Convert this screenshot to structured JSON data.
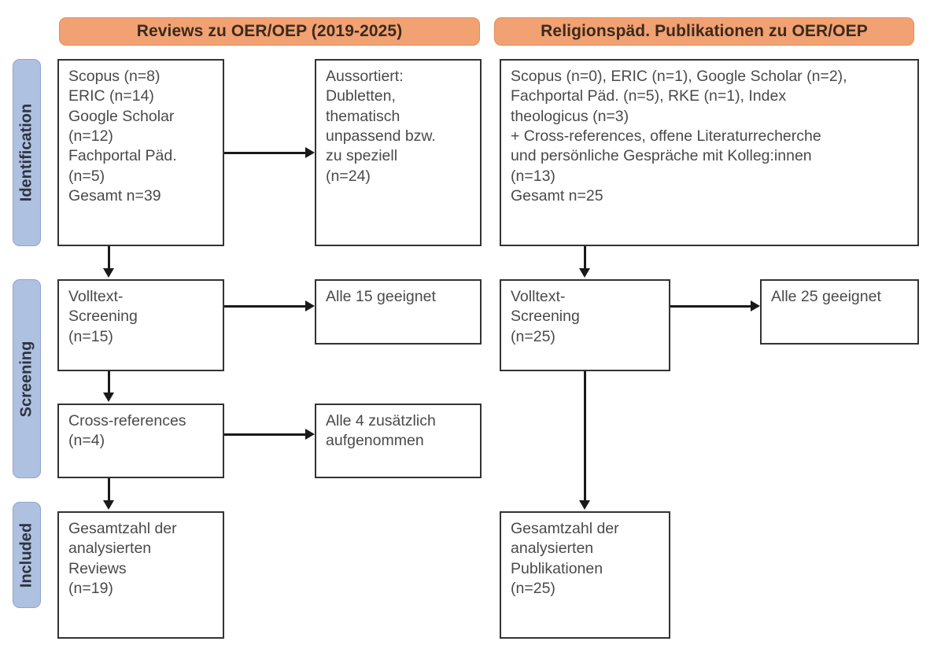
{
  "diagram": {
    "type": "prisma-flow-diagram",
    "columns": [
      {
        "id": "reviews",
        "header": "Reviews zu OER/OEP (2019-2025)"
      },
      {
        "id": "religionspaed",
        "header": "Religionspäd. Publikationen zu OER/OEP"
      }
    ],
    "stages": [
      {
        "id": "identification",
        "label": "Identification"
      },
      {
        "id": "screening",
        "label": "Screening"
      },
      {
        "id": "included",
        "label": "Included"
      }
    ],
    "boxes": {
      "left_identification": {
        "lines": [
          "Scopus (n=8)",
          "ERIC (n=14)",
          "Google Scholar",
          "(n=12)",
          "Fachportal Päd.",
          "(n=5)",
          "Gesamt n=39"
        ]
      },
      "left_excluded": {
        "lines": [
          "Aussortiert:",
          "Dubletten,",
          "thematisch",
          "unpassend bzw.",
          "zu speziell",
          "(n=24)"
        ]
      },
      "left_screening": {
        "lines": [
          "Volltext-",
          "Screening",
          "(n=15)"
        ]
      },
      "left_screening_result": {
        "lines": [
          "Alle 15 geeignet"
        ]
      },
      "left_crossrefs": {
        "lines": [
          "Cross-references",
          "(n=4)"
        ]
      },
      "left_crossrefs_result": {
        "lines": [
          "Alle 4 zusätzlich",
          "aufgenommen"
        ]
      },
      "left_included": {
        "lines": [
          "Gesamtzahl der",
          "analysierten",
          "Reviews",
          "(n=19)"
        ]
      },
      "right_identification": {
        "lines": [
          "Scopus (n=0), ERIC (n=1), Google Scholar (n=2),",
          "Fachportal Päd. (n=5), RKE (n=1), Index",
          "theologicus (n=3)",
          "+ Cross-references, offene Literaturrecherche",
          "und persönliche Gespräche mit Kolleg:innen",
          "(n=13)",
          "Gesamt n=25"
        ]
      },
      "right_screening": {
        "lines": [
          "Volltext-",
          "Screening",
          "(n=25)"
        ]
      },
      "right_screening_result": {
        "lines": [
          "Alle 25 geeignet"
        ]
      },
      "right_included": {
        "lines": [
          "Gesamtzahl der",
          "analysierten",
          "Publikationen",
          "(n=25)"
        ]
      }
    },
    "colors": {
      "header_orange": "#F2A172",
      "stage_blue": "#AFC1E0",
      "box_border": "#333333",
      "connector": "#1a1a1a",
      "text": "#4a4a4a"
    }
  }
}
